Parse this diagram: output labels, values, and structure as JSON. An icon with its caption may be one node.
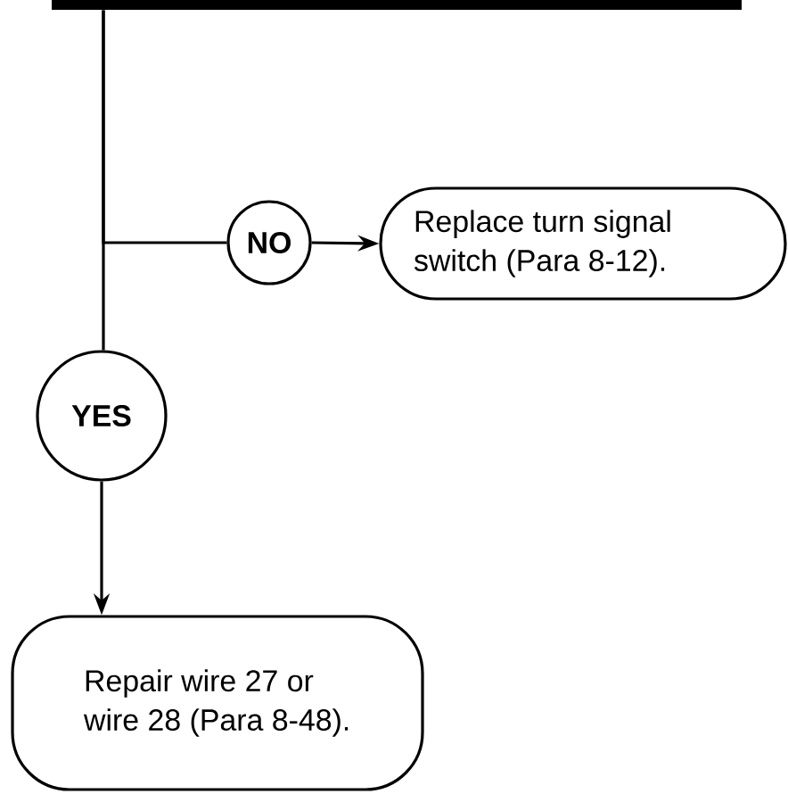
{
  "diagram": {
    "nodes": [
      {
        "text": [],
        "shape": "bar"
      },
      {
        "text": [
          "NO"
        ]
      },
      {
        "text": [
          "Replace turn signal switch (Para 8-12)."
        ]
      },
      {
        "text": [
          "YES"
        ]
      },
      {
        "text": [
          "Repair wire 27 or wire 28 (Para 8-48)."
        ]
      }
    ],
    "edges": [
      {
        "from": 0,
        "to": 1,
        "arrow": "none"
      },
      {
        "from": 1,
        "to": 2,
        "arrow": "to"
      },
      {
        "from": 0,
        "to": 3,
        "arrow": "none"
      },
      {
        "from": 3,
        "to": 4,
        "arrow": "to"
      }
    ]
  }
}
